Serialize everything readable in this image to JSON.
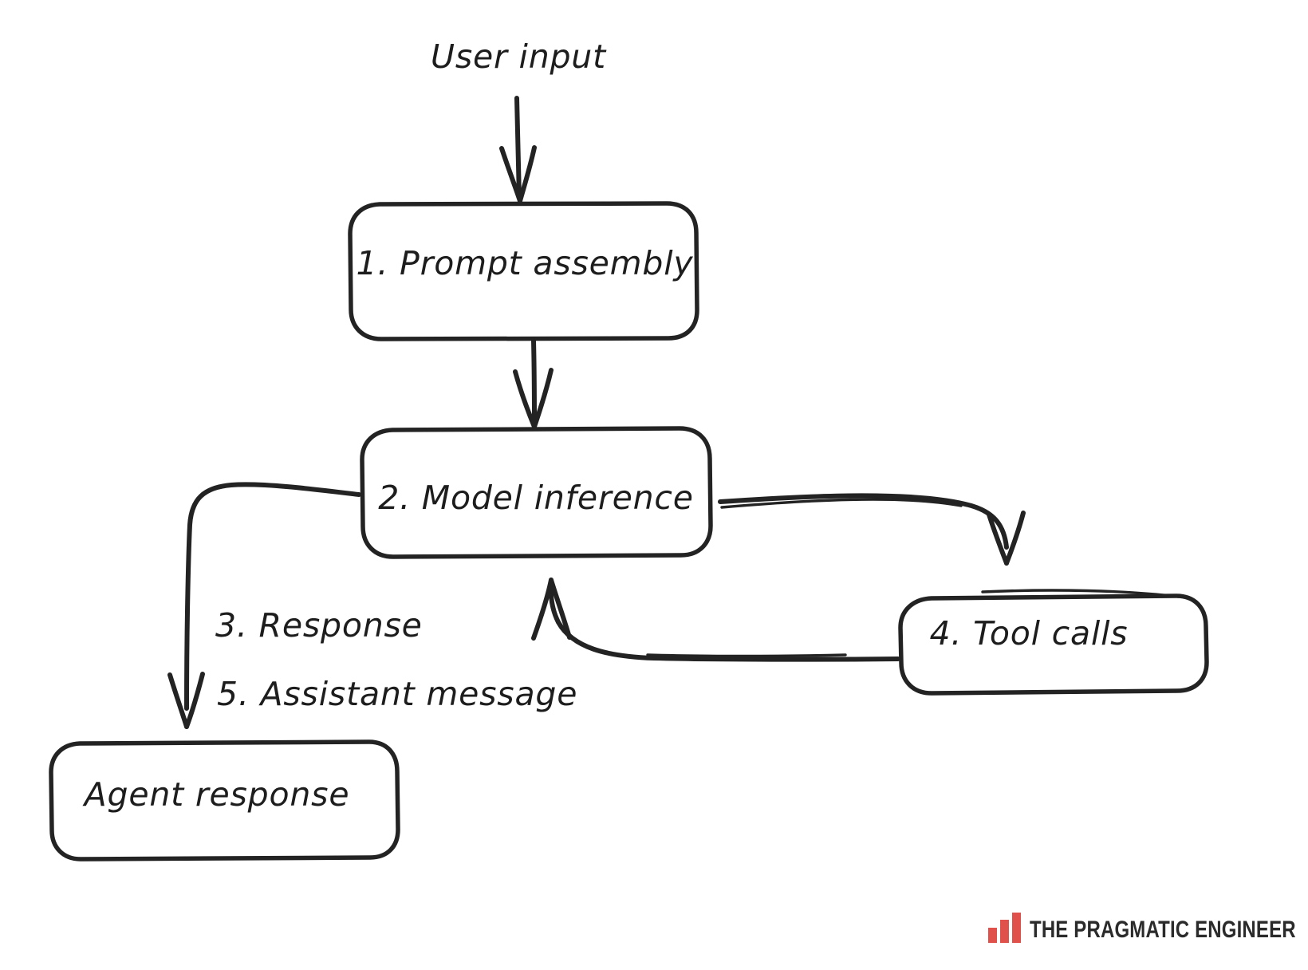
{
  "diagram": {
    "title_text": "User input",
    "nodes": [
      {
        "id": "prompt-assembly",
        "label": "1. Prompt assembly"
      },
      {
        "id": "model-inference",
        "label": "2. Model inference"
      },
      {
        "id": "tool-calls",
        "label": "4. Tool calls"
      },
      {
        "id": "agent-response",
        "label": "Agent response"
      }
    ],
    "edge_labels": [
      {
        "id": "response",
        "label": "3. Response"
      },
      {
        "id": "assistant-message",
        "label": "5. Assistant message"
      }
    ],
    "colors": {
      "ink": "#232323",
      "background": "#ffffff",
      "brand_red": "#e0514b",
      "logo_text": "#2b2b2b"
    }
  },
  "logo": {
    "text": "THE PRAGMATIC ENGINEER",
    "bars": [
      1,
      2,
      3
    ]
  }
}
